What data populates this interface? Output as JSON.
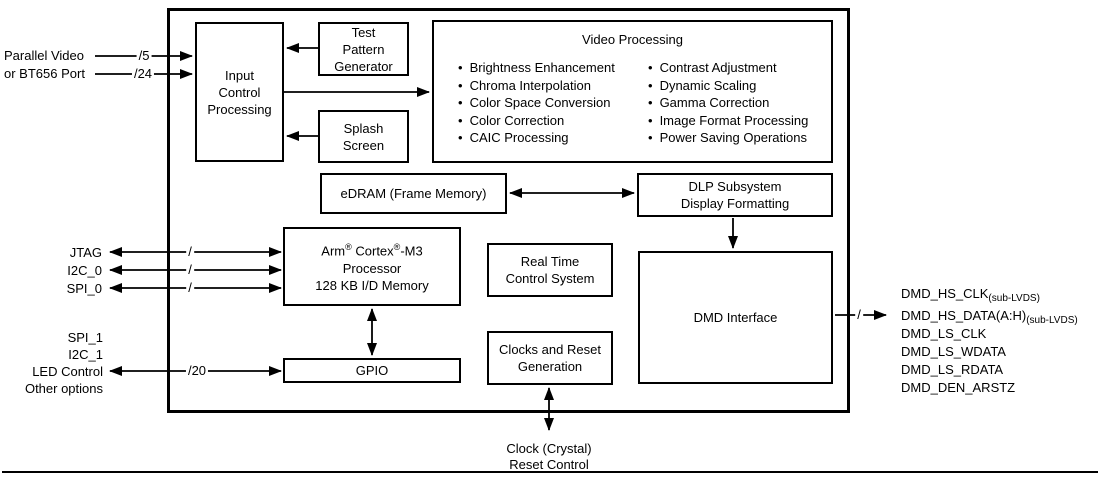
{
  "diagram": {
    "left_inputs": {
      "video_label_line1": "Parallel Video",
      "video_label_line2": "or BT656 Port",
      "video_bus_1": "/5",
      "video_bus_2": "/24",
      "host_ports": [
        "JTAG",
        "I2C_0",
        "SPI_0"
      ],
      "host_bus": "/",
      "gpio_ports": [
        "SPI_1",
        "I2C_1",
        "LED Control",
        "Other options"
      ],
      "gpio_bus": "/20"
    },
    "blocks": {
      "input_control": [
        "Input",
        "Control",
        "Processing"
      ],
      "test_pattern": [
        "Test",
        "Pattern",
        "Generator"
      ],
      "splash": [
        "Splash",
        "Screen"
      ],
      "video_processing": {
        "title": "Video Processing",
        "left": [
          "Brightness Enhancement",
          "Chroma Interpolation",
          "Color Space Conversion",
          "Color Correction",
          "CAIC Processing"
        ],
        "right": [
          "Contrast Adjustment",
          "Dynamic Scaling",
          "Gamma Correction",
          "Image Format Processing",
          "Power Saving Operations"
        ]
      },
      "edram": "eDRAM (Frame Memory)",
      "dlp_subsystem": [
        "DLP Subsystem",
        "Display Formatting"
      ],
      "processor": {
        "l1": [
          "Arm",
          "®",
          " Cortex",
          "®",
          "-M3"
        ],
        "l2": "Processor",
        "l3": "128 KB I/D Memory"
      },
      "rtcs": [
        "Real Time",
        "Control System"
      ],
      "clocks": [
        "Clocks and Reset",
        "Generation"
      ],
      "gpio": "GPIO",
      "dmd_interface": "DMD Interface"
    },
    "right_outputs": {
      "bus": "/",
      "signals": [
        {
          "base": "DMD_HS_CLK",
          "sub": "(sub-LVDS)"
        },
        {
          "base": "DMD_HS_DATA(A:H)",
          "sub": "(sub-LVDS)"
        },
        {
          "base": "DMD_LS_CLK",
          "sub": ""
        },
        {
          "base": "DMD_LS_WDATA",
          "sub": ""
        },
        {
          "base": "DMD_LS_RDATA",
          "sub": ""
        },
        {
          "base": "DMD_DEN_ARSTZ",
          "sub": ""
        }
      ]
    },
    "bottom": [
      "Clock (Crystal)",
      "Reset Control"
    ],
    "colors": {
      "line": "#000000",
      "background": "#ffffff",
      "text": "#000000"
    }
  }
}
